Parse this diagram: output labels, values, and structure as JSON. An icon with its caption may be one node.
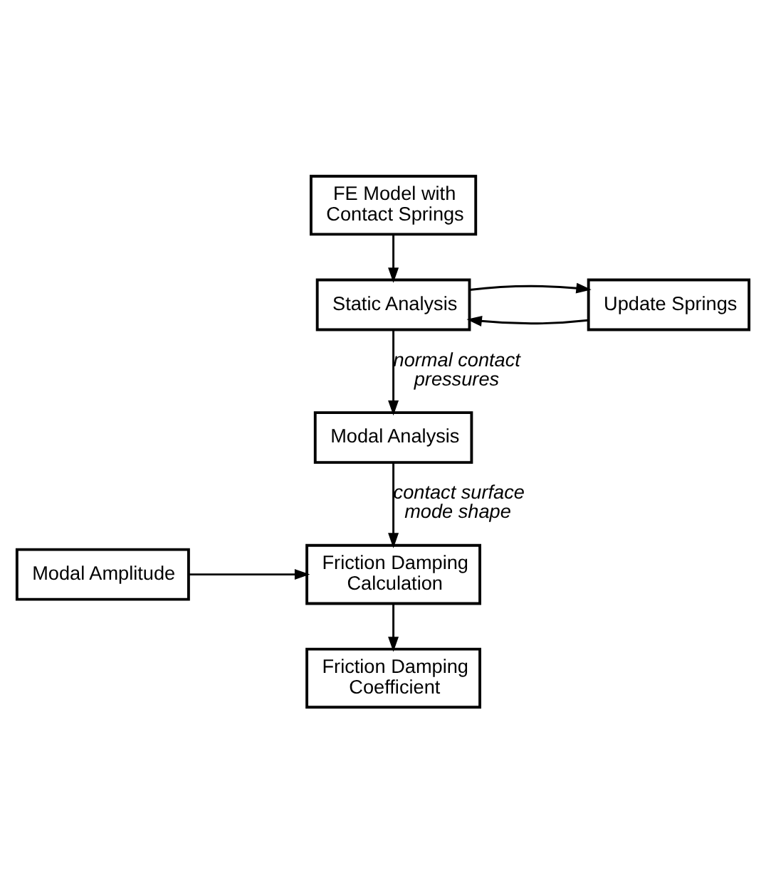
{
  "diagram": {
    "nodes": [
      {
        "text": [
          "FE Model with Contact Springs"
        ]
      },
      {
        "text": [
          "Static Analysis"
        ]
      },
      {
        "text": [
          "Update Springs"
        ]
      },
      {
        "text": [
          "Modal Analysis"
        ]
      },
      {
        "text": [
          "Friction Damping Calculation"
        ]
      },
      {
        "text": [
          "Modal Amplitude"
        ]
      },
      {
        "text": [
          "Friction Damping Coefficient"
        ]
      }
    ],
    "edges": [
      {
        "from": 0,
        "to": 1,
        "arrow": "to"
      },
      {
        "from": 2,
        "to": 1,
        "arrow": "to"
      },
      {
        "from": 1,
        "to": 3,
        "arrow": "to",
        "label": "normal contact pressures"
      },
      {
        "from": 1,
        "to": 2,
        "arrow": "to"
      },
      {
        "from": 3,
        "to": 4,
        "arrow": "to",
        "label": "contact surface mode shape"
      },
      {
        "from": 5,
        "to": 4,
        "arrow": "to"
      },
      {
        "from": 4,
        "to": 6,
        "arrow": "to"
      }
    ]
  }
}
